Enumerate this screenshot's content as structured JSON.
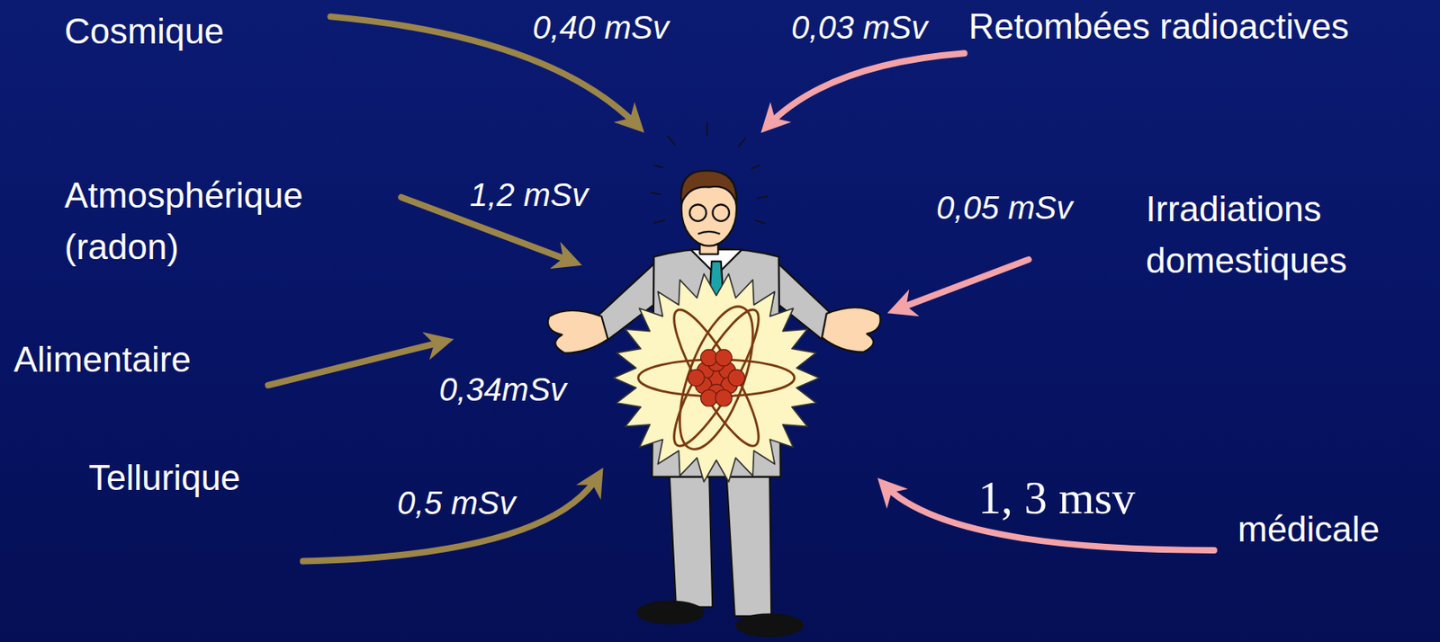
{
  "diagram": {
    "labels": [
      "Cosmique",
      "0,40 mSv",
      "0,03 mSv",
      "Retombées radioactives",
      "Atmosphérique (radon)",
      "1,2 mSv",
      "0,05 mSv",
      "Irradiations domestiques",
      "Alimentaire",
      "0,34mSv",
      "Tellurique",
      "0,5 mSv",
      "1, 3 msv",
      "médicale"
    ]
  }
}
